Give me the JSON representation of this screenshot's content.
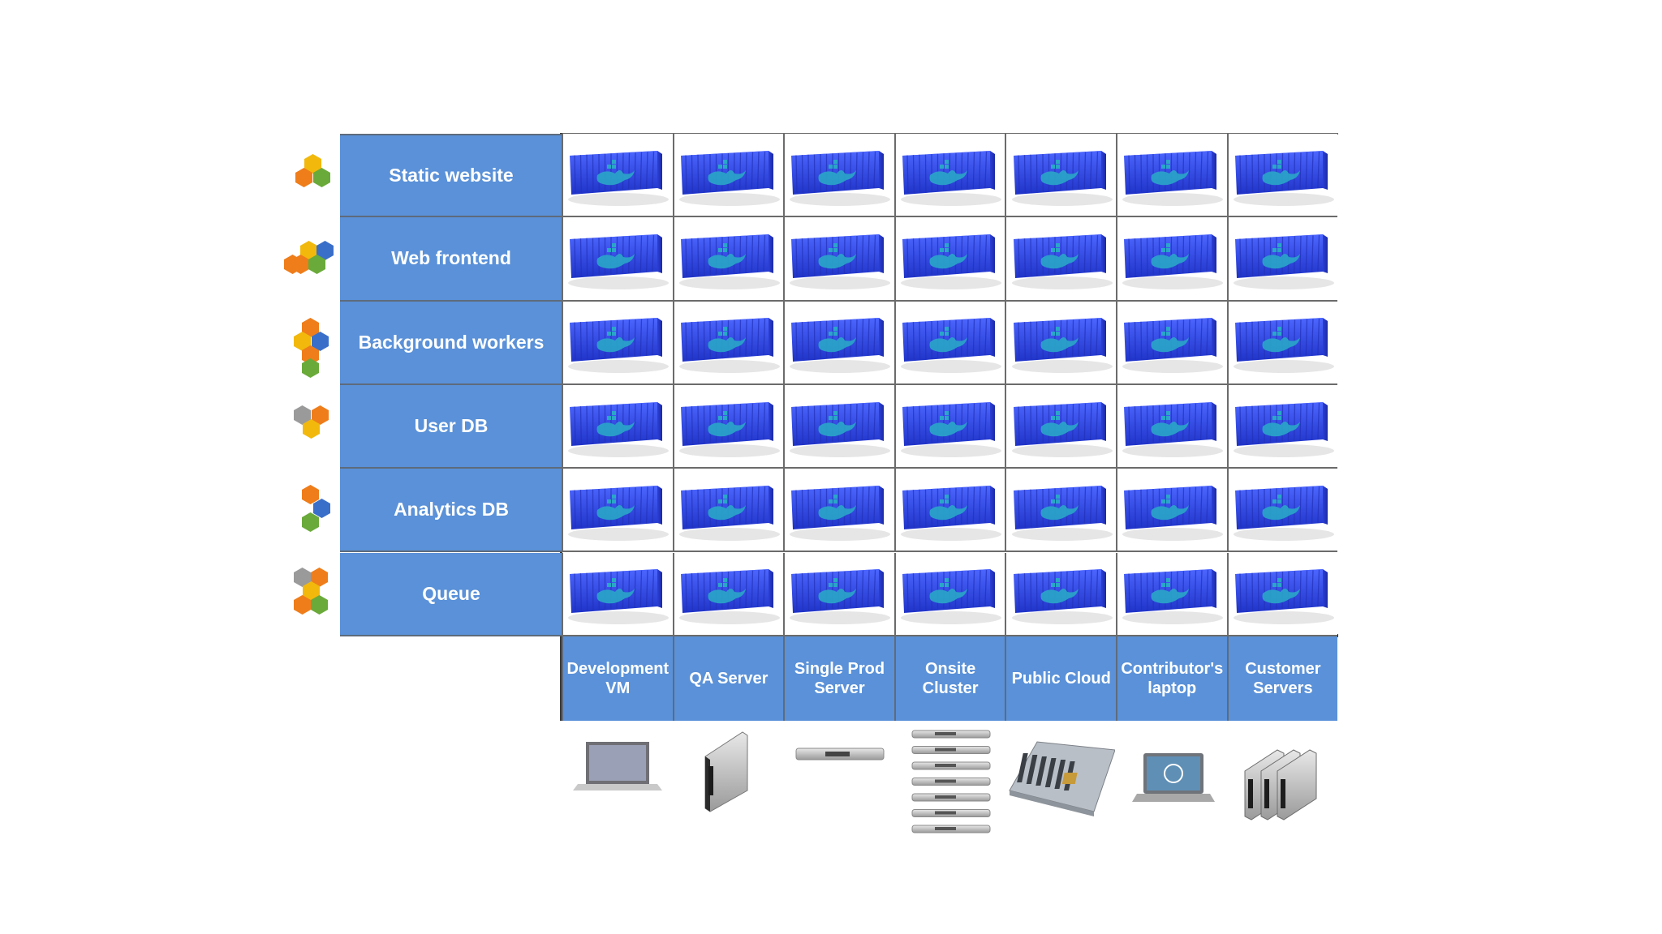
{
  "applications": [
    {
      "label": "Static website",
      "hex_colors": [
        "#f2b90c",
        "#ef7d1a",
        "#6aaa3a"
      ]
    },
    {
      "label": "Web frontend",
      "hex_colors": [
        "#f2b90c",
        "#3a6fc9",
        "#ef7d1a",
        "#6aaa3a",
        "#ef7d1a"
      ]
    },
    {
      "label": "Background workers",
      "hex_colors": [
        "#ef7d1a",
        "#f2b90c",
        "#3a6fc9",
        "#ef7d1a",
        "#6aaa3a"
      ]
    },
    {
      "label": "User DB",
      "hex_colors": [
        "#9a9a9a",
        "#ef7d1a",
        "#f2b90c"
      ]
    },
    {
      "label": "Analytics  DB",
      "hex_colors": [
        "#ef7d1a",
        "#3a6fc9",
        "#6aaa3a"
      ]
    },
    {
      "label": "Queue",
      "hex_colors": [
        "#9a9a9a",
        "#ef7d1a",
        "#f2b90c",
        "#ef7d1a",
        "#6aaa3a"
      ]
    }
  ],
  "environments": [
    {
      "label": "Development\nVM",
      "device_icon": "laptop-icon"
    },
    {
      "label": "QA  Server",
      "device_icon": "blade-server-icon"
    },
    {
      "label": "Single Prod\nServer",
      "device_icon": "rack-server-icon"
    },
    {
      "label": "Onsite\nCluster",
      "device_icon": "server-stack-icon"
    },
    {
      "label": "Public Cloud",
      "device_icon": "motherboard-icon"
    },
    {
      "label": "Contributor's\nlaptop",
      "device_icon": "laptop-icon"
    },
    {
      "label": "Customer\nServers",
      "device_icon": "blade-servers-icon"
    }
  ],
  "cell_icon": "docker-container-icon",
  "colors": {
    "label_blue": "#5a91d8",
    "container_blue": "#2f46e8",
    "whale": "#2aa6c8"
  }
}
